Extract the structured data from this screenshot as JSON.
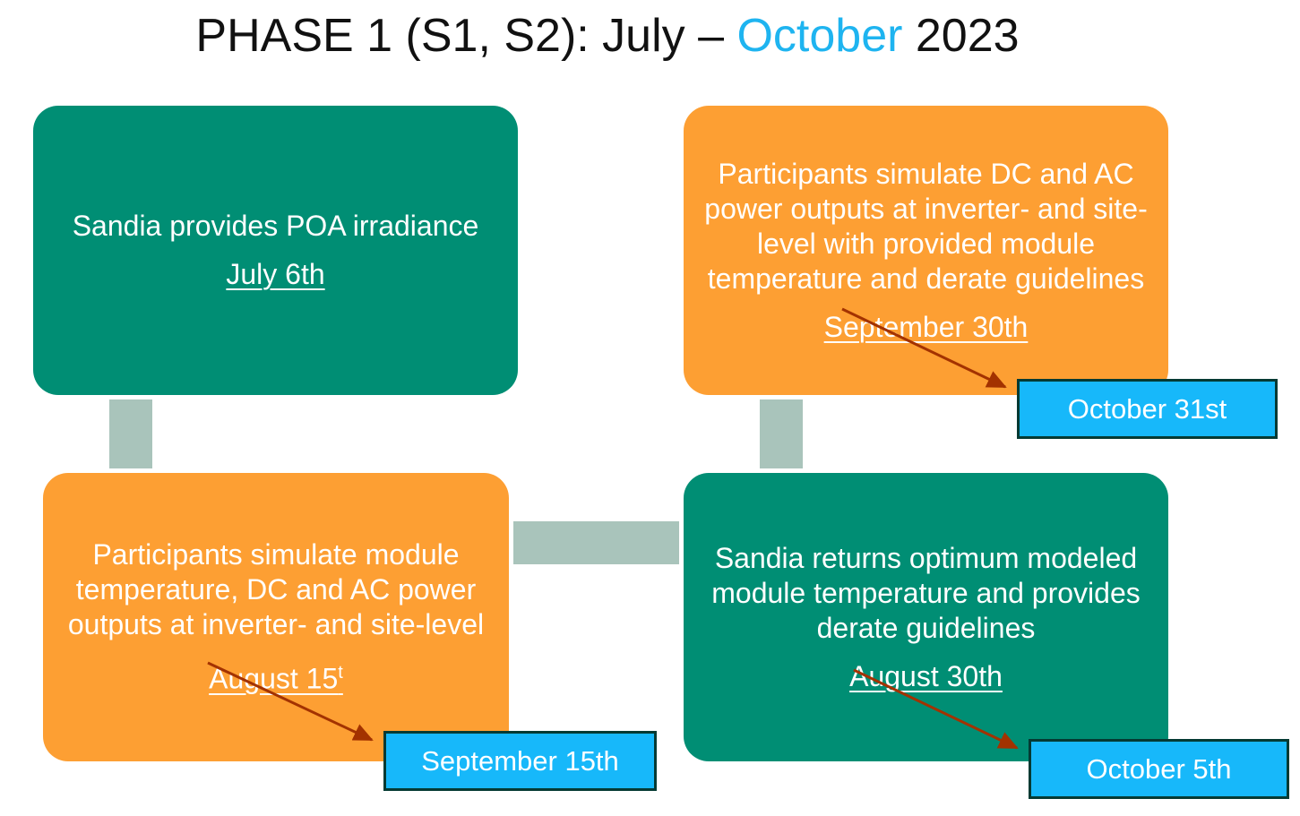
{
  "title": {
    "prefix": "PHASE 1 (S1, S2): July – ",
    "accent": "October",
    "suffix": " 2023"
  },
  "steps": [
    {
      "text": "Sandia provides POA irradiance",
      "date": "July 6th"
    },
    {
      "text": "Participants simulate DC and AC power outputs at inverter- and site-level with provided module temperature and derate guidelines",
      "date": "September 30th",
      "revised_date": "October 31st"
    },
    {
      "text": "Participants simulate module temperature, DC and AC power outputs at inverter- and site-level",
      "date": "August 15",
      "date_sup": "t",
      "revised_date": "September 15th"
    },
    {
      "text": "Sandia returns optimum modeled module temperature and provides derate guidelines",
      "date": "August 30th",
      "revised_date": "October 5th"
    }
  ],
  "colors": {
    "green": "#008E74",
    "orange": "#FD9F33",
    "connector": "#A9C4BB",
    "revised": "#17B8FA",
    "arrow": "#A33200",
    "accent": "#1EB4F0"
  }
}
